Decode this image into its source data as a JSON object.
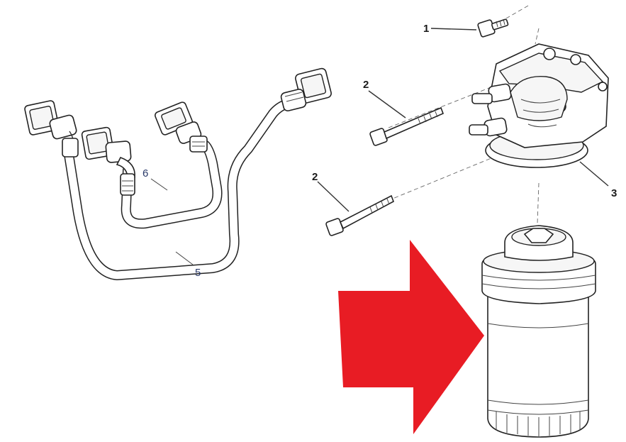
{
  "callouts": {
    "bolt_small": "1",
    "bolt_long_upper": "2",
    "bolt_long_lower": "2",
    "filter_head": "3",
    "hose_lower": "5",
    "hose_upper": "6"
  },
  "colors": {
    "arrow": "#e81c24",
    "line": "#222222",
    "callout_blue": "#2a3a6a"
  }
}
